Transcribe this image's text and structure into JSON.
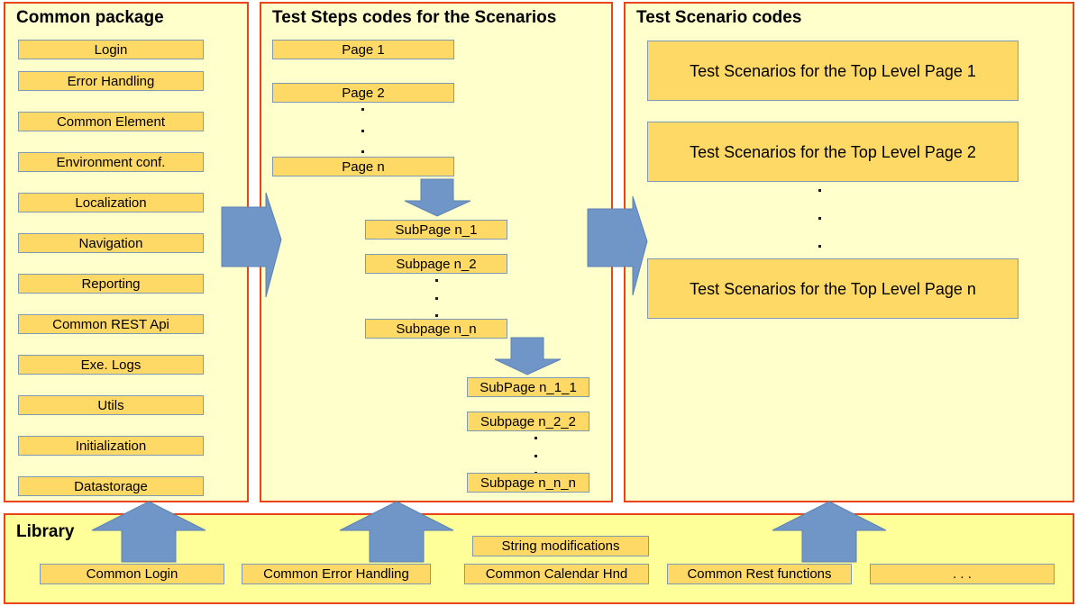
{
  "panels": {
    "common": {
      "title": "Common package",
      "items": [
        "Login",
        "Error Handling",
        "Common Element",
        "Environment conf.",
        "Localization",
        "Navigation",
        "Reporting",
        "Common REST Api",
        "Exe. Logs",
        "Utils",
        "Initialization",
        "Datastorage"
      ]
    },
    "steps": {
      "title": "Test Steps codes for the Scenarios",
      "level1": [
        "Page 1",
        "Page 2",
        "Page n"
      ],
      "level2": [
        "SubPage n_1",
        "Subpage n_2",
        "Subpage n_n"
      ],
      "level3": [
        "SubPage n_1_1",
        "Subpage n_2_2",
        "Subpage n_n_n"
      ]
    },
    "scenarios": {
      "title": "Test Scenario codes",
      "items": [
        "Test Scenarios for the Top Level Page 1",
        "Test Scenarios for the Top Level Page 2",
        "Test Scenarios for the Top Level Page n"
      ]
    },
    "library": {
      "title": "Library",
      "items": [
        "Common Login",
        "Common Error Handling",
        "String modifications",
        "Common Calendar Hnd",
        "Common Rest functions",
        ".  .  ."
      ]
    }
  },
  "colors": {
    "panel_border": "#e8461a",
    "panel_background": "#ffffcc",
    "library_background": "#ffff99",
    "box_fill": "#ffd966",
    "box_border": "#7f9ab5",
    "arrow_fill": "#7096c8",
    "arrow_border": "#5b82b4",
    "text": "#000000"
  }
}
